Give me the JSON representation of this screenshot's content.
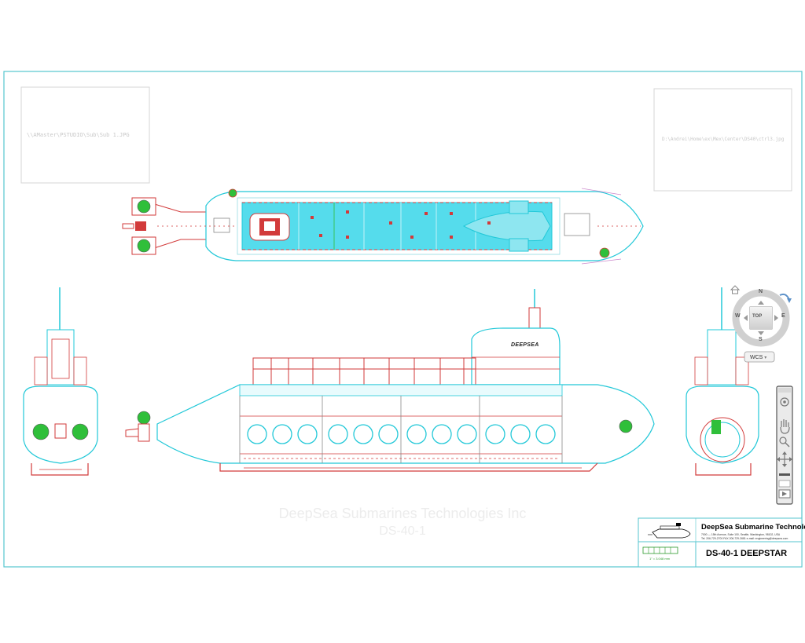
{
  "placeholders": {
    "left_image_path": "\\\\AMaster\\PSTUDIO\\Sub\\Sub 1.JPG",
    "right_image_path": "D:\\Andrei\\Home\\ex\\Mex\\Center\\DS40\\ctrl3.jpg"
  },
  "watermark": {
    "line1": "DeepSea Submarines Technologies Inc",
    "line2": "DS-40-1"
  },
  "hull_marking": "DEEPSEA",
  "title_block": {
    "company": "DeepSea Submarine Technologies, Inc.",
    "address_line": "7000 — 15th Avenue, Suite 100, Seattle, Washington, 98102, USA",
    "contact_line": "Tel. 206-729-2700   FAX 206-729-2681   e-mail: engineering@deepsea.com",
    "drawing_title": "DS-40-1  DEEPSTAR",
    "scale_text": "1\" = 3.048 mm"
  },
  "viewcube": {
    "north": "N",
    "south": "S",
    "east": "E",
    "west": "W",
    "face": "TOP",
    "ucs_label": "WCS",
    "ucs_arrow": "▾"
  },
  "icons": {
    "home": "home-icon",
    "rotate": "rotate-icon",
    "steering_wheel": "steering-wheel-icon",
    "pan": "pan-icon",
    "zoom": "zoom-icon",
    "orbit": "orbit-icon",
    "showmotion": "showmotion-icon"
  },
  "colors": {
    "cyan": "#22c8d8",
    "red": "#d23a3a",
    "green": "#2fbf3a",
    "frame": "#55c6cf",
    "fill": "#55dcec"
  }
}
